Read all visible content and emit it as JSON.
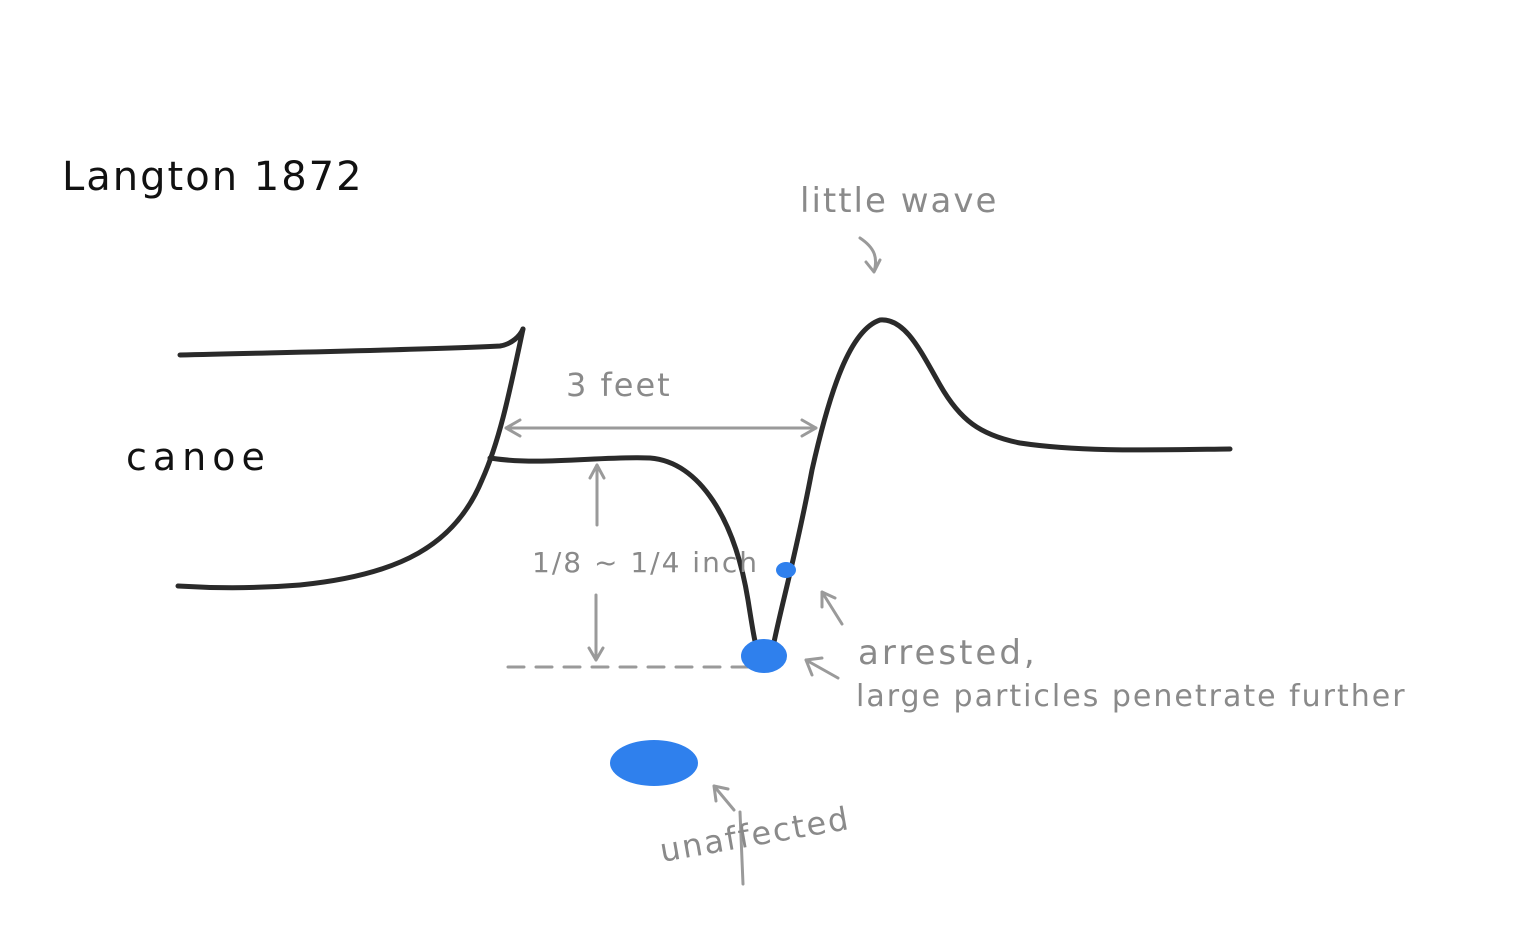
{
  "diagram": {
    "title": "Langton 1872",
    "labels": {
      "canoe": "canoe",
      "little_wave": "little wave",
      "distance": "3 feet",
      "depth": "1/8 ~ 1/4 inch",
      "arrested": "arrested,",
      "large_particles": "large particles penetrate further",
      "unaffected": "unaffected"
    },
    "colors": {
      "ink": "#2a2a2a",
      "annotation": "#9a9a9a",
      "particle": "#2f80ed"
    }
  }
}
